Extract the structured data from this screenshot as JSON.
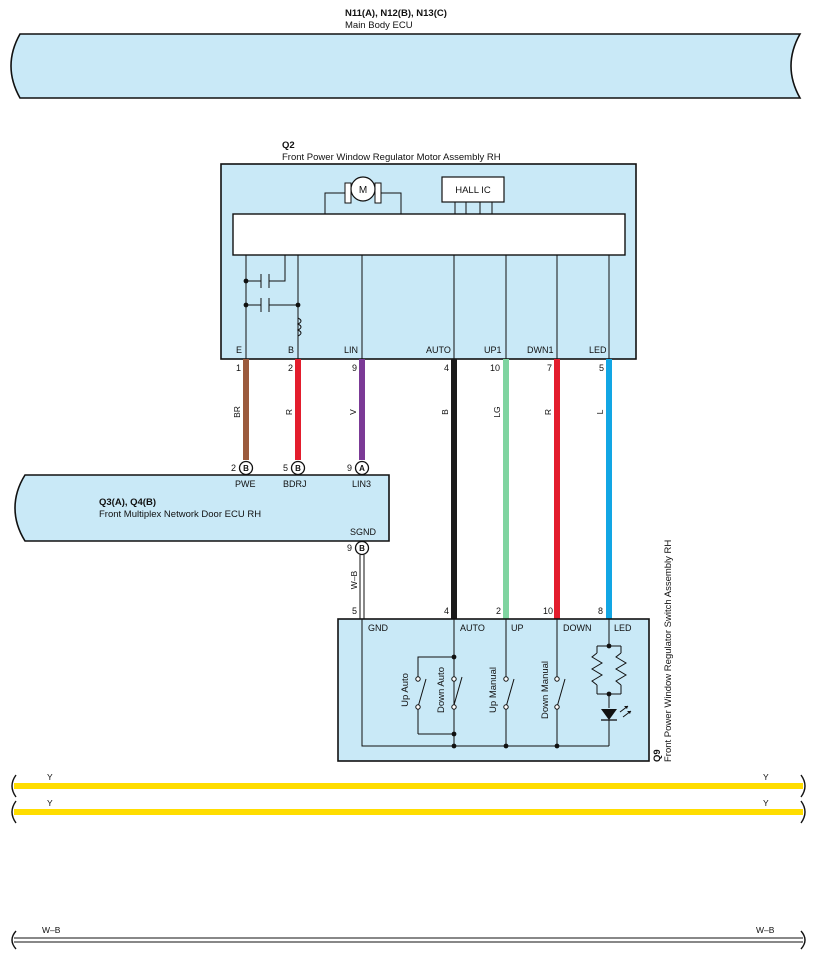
{
  "colors": {
    "component_fill": "#c9e9f7",
    "brown": "#9b5a3c",
    "red": "#e31d2d",
    "violet": "#7b3a96",
    "black": "#1a1a1a",
    "light_green": "#7fd4a0",
    "blue": "#12a6e4",
    "yellow": "#ffdd00"
  },
  "main_body_ecu": {
    "code": "N11(A), N12(B), N13(C)",
    "name": "Main Body ECU"
  },
  "motor_assembly": {
    "code": "Q2",
    "name": "Front Power Window Regulator Motor Assembly RH",
    "motor_symbol": "M",
    "hall_ic_label": "HALL IC",
    "pins": [
      {
        "name": "E",
        "number": "1",
        "wire": "BR"
      },
      {
        "name": "B",
        "number": "2",
        "wire": "R"
      },
      {
        "name": "LIN",
        "number": "9",
        "wire": "V"
      },
      {
        "name": "AUTO",
        "number": "4",
        "wire": "B"
      },
      {
        "name": "UP1",
        "number": "10",
        "wire": "LG"
      },
      {
        "name": "DWN1",
        "number": "7",
        "wire": "R"
      },
      {
        "name": "LED",
        "number": "5",
        "wire": "L"
      }
    ]
  },
  "door_ecu": {
    "code": "Q3(A), Q4(B)",
    "name": "Front Multiplex Network Door ECU RH",
    "pins": [
      {
        "name": "PWE",
        "number": "2",
        "connector": "B"
      },
      {
        "name": "BDRJ",
        "number": "5",
        "connector": "B"
      },
      {
        "name": "LIN3",
        "number": "9",
        "connector": "A"
      },
      {
        "name": "SGND",
        "number": "9",
        "connector": "B",
        "wire": "W–B"
      }
    ]
  },
  "switch_assembly": {
    "code": "Q9",
    "name": "Front Power Window Regulator Switch Assembly RH",
    "pins": [
      {
        "name": "GND",
        "number": "5"
      },
      {
        "name": "AUTO",
        "number": "4"
      },
      {
        "name": "UP",
        "number": "2"
      },
      {
        "name": "DOWN",
        "number": "10"
      },
      {
        "name": "LED",
        "number": "8"
      }
    ],
    "switches": [
      "Up Auto",
      "Down Auto",
      "Up Manual",
      "Down Manual"
    ]
  },
  "bus_lines": [
    {
      "label_left": "Y",
      "label_right": "Y"
    },
    {
      "label_left": "Y",
      "label_right": "Y"
    },
    {
      "label_left": "W–B",
      "label_right": "W–B"
    }
  ]
}
